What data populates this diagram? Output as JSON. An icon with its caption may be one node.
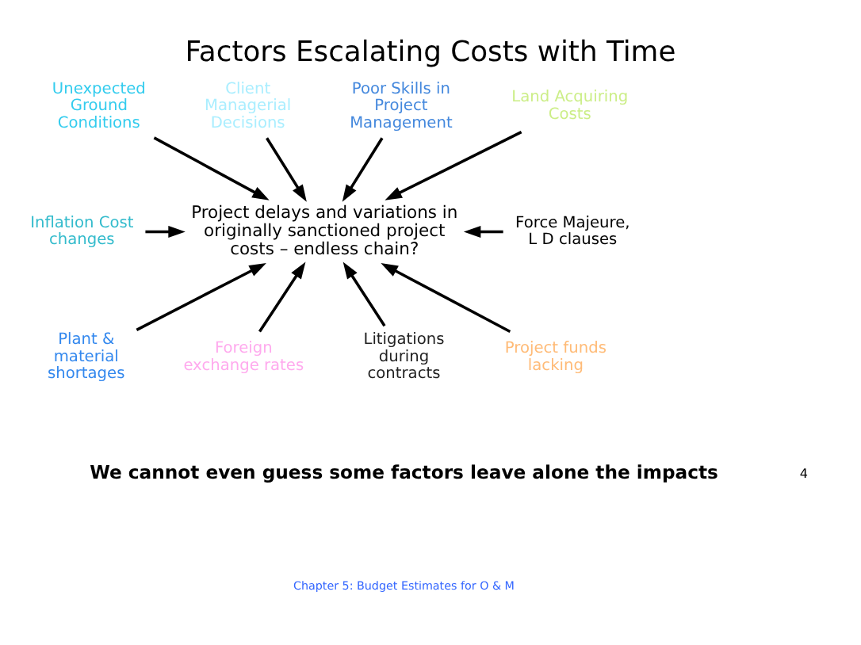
{
  "diagram": {
    "title": "Factors Escalating Costs with Time",
    "nodes": [
      {
        "text": [
          "Unexpected Ground Conditions"
        ]
      },
      {
        "text": [
          "Client Managerial Decisions"
        ]
      },
      {
        "text": [
          "Poor Skills in Project Management"
        ]
      },
      {
        "text": [
          "Land Acquiring Costs"
        ]
      },
      {
        "text": [
          "Inflation Cost changes"
        ]
      },
      {
        "text": [
          "Project delays and variations in originally sanctioned project costs – endless chain?"
        ]
      },
      {
        "text": [
          "Force Majeure, L D clauses"
        ]
      },
      {
        "text": [
          "Plant & material shortages"
        ]
      },
      {
        "text": [
          "Foreign exchange rates"
        ]
      },
      {
        "text": [
          "Litigations during contracts"
        ]
      },
      {
        "text": [
          "Project funds lacking"
        ]
      }
    ],
    "edges": [
      {
        "from": 0,
        "to": 5,
        "arrow": "to"
      },
      {
        "from": 1,
        "to": 5,
        "arrow": "to"
      },
      {
        "from": 2,
        "to": 5,
        "arrow": "to"
      },
      {
        "from": 3,
        "to": 5,
        "arrow": "to"
      },
      {
        "from": 4,
        "to": 5,
        "arrow": "to"
      },
      {
        "from": 6,
        "to": 5,
        "arrow": "to"
      },
      {
        "from": 7,
        "to": 5,
        "arrow": "to"
      },
      {
        "from": 8,
        "to": 5,
        "arrow": "to"
      },
      {
        "from": 9,
        "to": 5,
        "arrow": "to"
      },
      {
        "from": 10,
        "to": 5,
        "arrow": "to"
      }
    ],
    "labels": [
      "We cannot even guess some factors leave alone the impacts",
      "4",
      "Chapter 5: Budget Estimates for O & M"
    ]
  }
}
